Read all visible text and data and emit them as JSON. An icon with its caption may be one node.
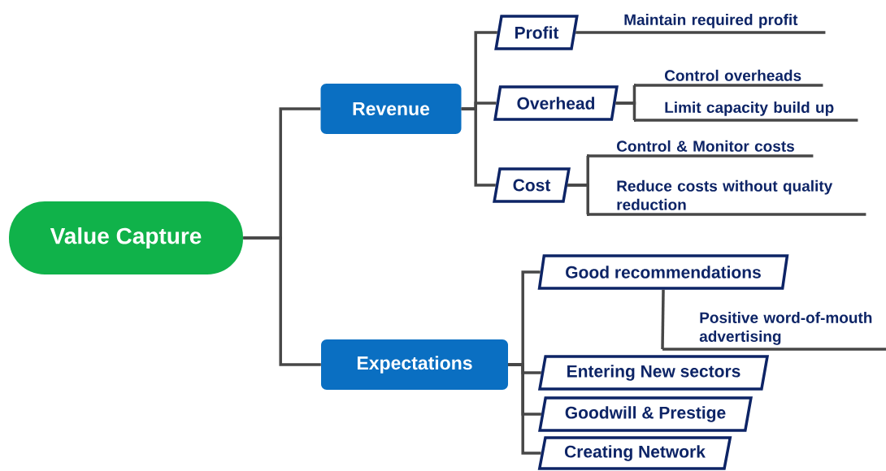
{
  "diagram": {
    "nodes": [
      {
        "text": [
          "Value Capture"
        ]
      },
      {
        "text": [
          "Revenue"
        ]
      },
      {
        "text": [
          "Expectations"
        ]
      },
      {
        "text": [
          "Profit"
        ]
      },
      {
        "text": [
          "Maintain required profit"
        ]
      },
      {
        "text": [
          "Overhead"
        ]
      },
      {
        "text": [
          "Control overheads"
        ]
      },
      {
        "text": [
          "Limit capacity build up"
        ]
      },
      {
        "text": [
          "Cost"
        ]
      },
      {
        "text": [
          "Control & Monitor costs"
        ]
      },
      {
        "text": [
          "Reduce costs without quality reduction"
        ]
      },
      {
        "text": [
          "Good recommendations"
        ]
      },
      {
        "text": [
          "Positive word-of-mouth advertising"
        ]
      },
      {
        "text": [
          "Entering New sectors"
        ]
      },
      {
        "text": [
          "Goodwill & Prestige"
        ]
      },
      {
        "text": [
          "Creating Network"
        ]
      }
    ],
    "edges": [
      {
        "from": 0,
        "to": 1,
        "arrow": "none"
      },
      {
        "from": 0,
        "to": 2,
        "arrow": "none"
      },
      {
        "from": 1,
        "to": 3,
        "arrow": "none"
      },
      {
        "from": 1,
        "to": 5,
        "arrow": "none"
      },
      {
        "from": 1,
        "to": 8,
        "arrow": "none"
      },
      {
        "from": 3,
        "to": 4,
        "arrow": "none"
      },
      {
        "from": 5,
        "to": 6,
        "arrow": "none"
      },
      {
        "from": 5,
        "to": 7,
        "arrow": "none"
      },
      {
        "from": 8,
        "to": 9,
        "arrow": "none"
      },
      {
        "from": 8,
        "to": 10,
        "arrow": "none"
      },
      {
        "from": 2,
        "to": 11,
        "arrow": "none"
      },
      {
        "from": 11,
        "to": 12,
        "arrow": "none"
      },
      {
        "from": 2,
        "to": 13,
        "arrow": "none"
      },
      {
        "from": 2,
        "to": 14,
        "arrow": "none"
      },
      {
        "from": 2,
        "to": 15,
        "arrow": "none"
      }
    ]
  }
}
